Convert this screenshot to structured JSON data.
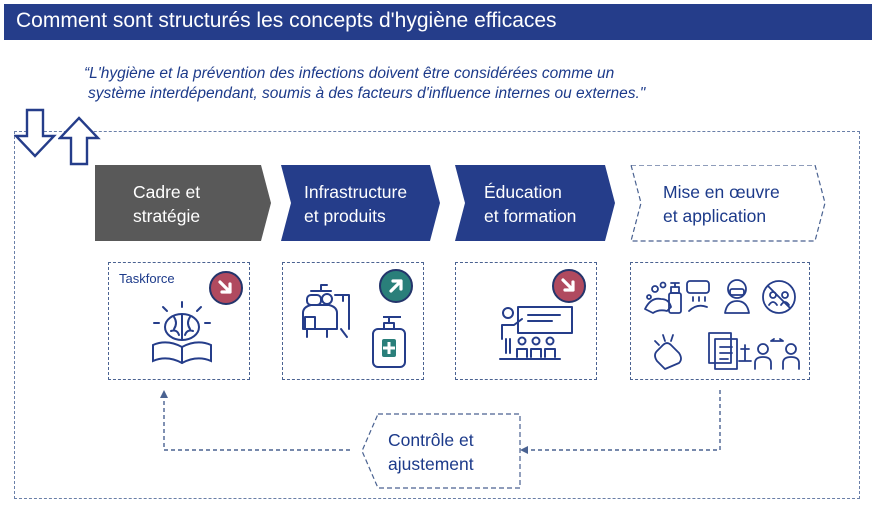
{
  "header": {
    "title": "Comment sont structurés les concepts d'hygiène efficaces"
  },
  "quote": {
    "line1": "“L'hygiène et la prévention des infections doivent être considérées comme un",
    "line2": "système interdépendant, soumis à des facteurs d'influence internes ou externes.\""
  },
  "steps": [
    {
      "line1": "Cadre et",
      "line2": "stratégie",
      "fill": "#595959",
      "text_color": "#ffffff"
    },
    {
      "line1": "Infrastructure",
      "line2": "et produits",
      "fill": "#253d8a",
      "text_color": "#ffffff"
    },
    {
      "line1": "Éducation",
      "line2": "et formation",
      "fill": "#253d8a",
      "text_color": "#ffffff"
    },
    {
      "line1": "Mise en œuvre",
      "line2": "et application",
      "fill": "#ffffff",
      "text_color": "#1c3a8a"
    }
  ],
  "boxes": {
    "box1": {
      "label": "Taskforce",
      "icon": "brain-book-icon",
      "badge": "arrow-down-right-icon"
    },
    "box2": {
      "icons": [
        "cleaning-worker-icon",
        "hand-sanitizer-icon"
      ],
      "badge": "arrow-up-right-icon"
    },
    "box3": {
      "icon": "presentation-class-icon",
      "badge": "arrow-down-right-icon"
    },
    "box4": {
      "icons": [
        "hand-washing-icon",
        "soap-dispenser-icon",
        "hand-dryer-icon",
        "masked-person-icon",
        "no-gathering-icon",
        "glove-hand-icon",
        "documents-icon",
        "distancing-2m-icon"
      ]
    }
  },
  "control": {
    "line1": "Contrôle et",
    "line2": "ajustement"
  },
  "colors": {
    "navy": "#253d8a",
    "dark_gray": "#595959",
    "badge_red": "#b04a5f",
    "badge_teal": "#2a7f7a",
    "text_blue": "#1c3a8a"
  }
}
